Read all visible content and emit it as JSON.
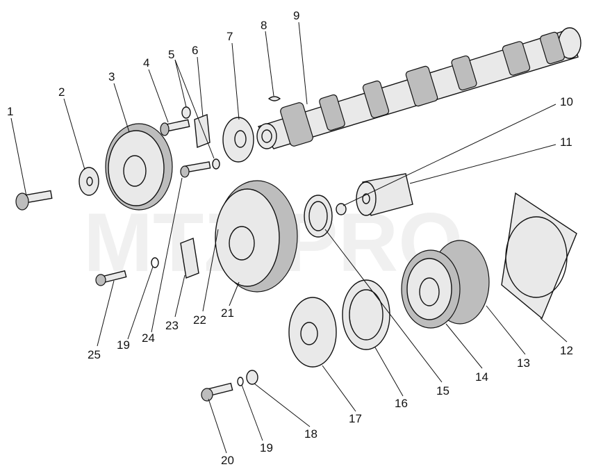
{
  "watermark": "MTZ-PRO",
  "callouts": [
    "1",
    "2",
    "3",
    "4",
    "5",
    "6",
    "7",
    "8",
    "9",
    "10",
    "11",
    "12",
    "13",
    "14",
    "15",
    "16",
    "17",
    "18",
    "19",
    "20",
    "21",
    "22",
    "23",
    "24",
    "25",
    "19"
  ]
}
